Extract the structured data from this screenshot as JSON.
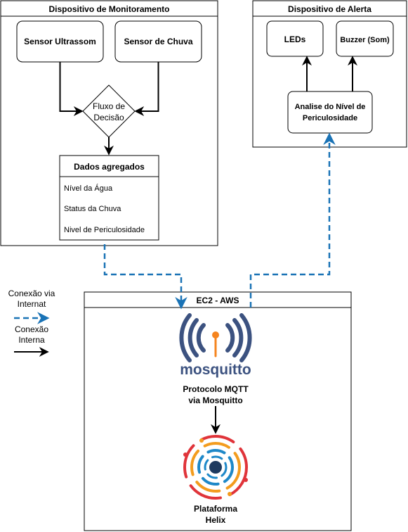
{
  "monitoring": {
    "title": "Dispositivo de Monitoramento",
    "sensor_ultrasound": "Sensor Ultrassom",
    "sensor_rain": "Sensor de Chuva",
    "decision_line1": "Fluxo de",
    "decision_line2": "Decisão",
    "aggregated": {
      "title": "Dados agregados",
      "rows": [
        "Nível da Água",
        "Status da Chuva",
        "Nivel de Periculosidade"
      ]
    }
  },
  "alert": {
    "title": "Dispositivo de Alerta",
    "leds": "LEDs",
    "buzzer": "Buzzer (Som)",
    "analysis_line1": "Analise do Nível de",
    "analysis_line2": "Periculosidade"
  },
  "legend": {
    "internet_line1": "Conexão via",
    "internet_line2": "Internat",
    "internal_line1": "Conexão",
    "internal_line2": "Interna"
  },
  "ec2": {
    "title": "EC2 - AWS",
    "mosquitto_logo_text": "mosquitto",
    "mqtt_line1": "Protocolo MQTT",
    "mqtt_line2": "via Mosquitto",
    "helix_line1": "Plataforma",
    "helix_line2": "Helix"
  },
  "colors": {
    "dashed_link": "#1a73b6",
    "mosquitto_blue": "#3c5280",
    "mosquitto_orange": "#f5841f",
    "helix_red": "#e0343a",
    "helix_orange": "#f39c1e",
    "helix_blue": "#1e88c8",
    "helix_navy": "#1e3a5f"
  }
}
